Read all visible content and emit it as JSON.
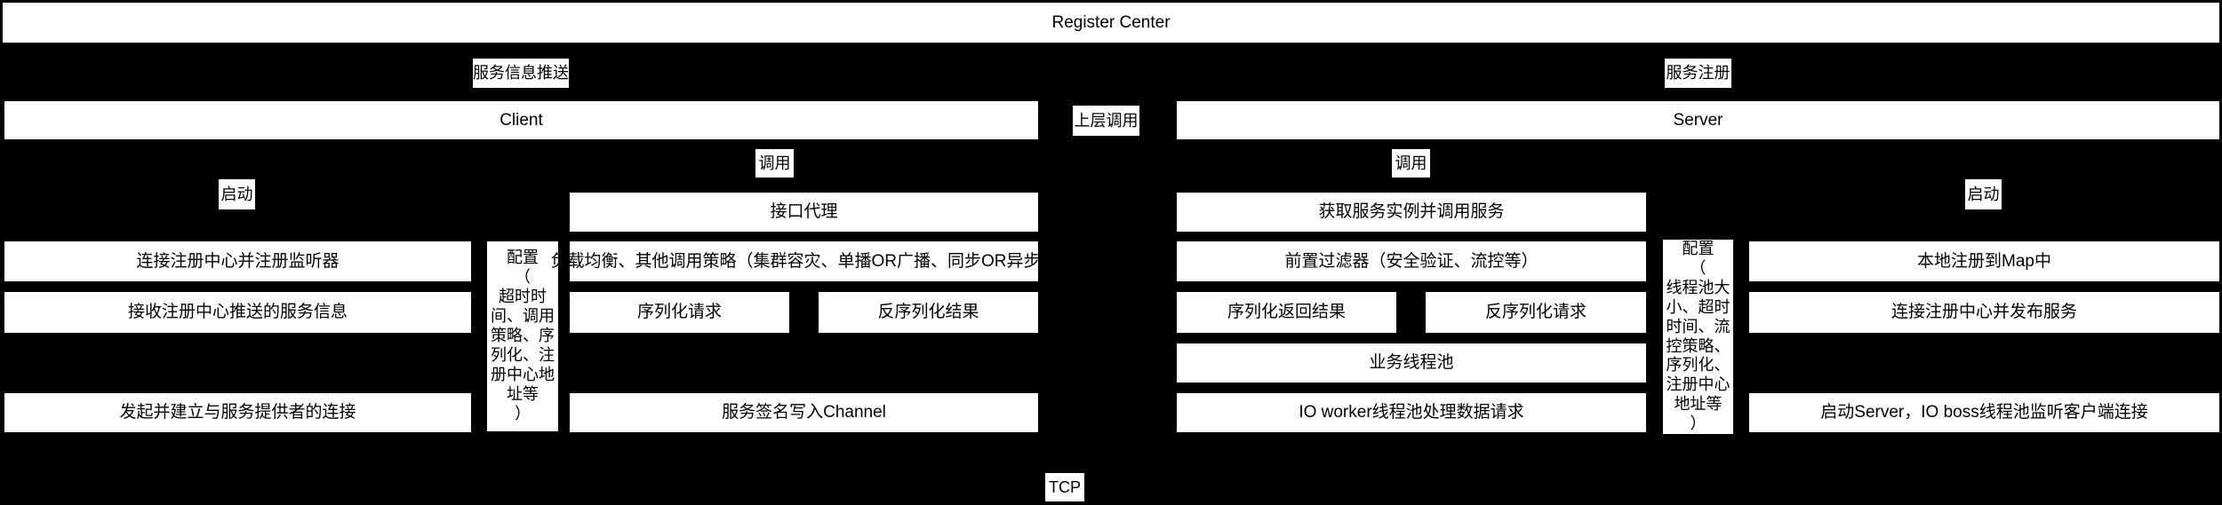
{
  "colors": {
    "background": "#000000",
    "box_background": "#ffffff",
    "box_text": "#000000"
  },
  "top": {
    "register_center": "Register Center"
  },
  "bottom": {
    "tcp": "TCP"
  },
  "connectors": {
    "service_info_push": "服务信息推送",
    "service_register": "服务注册",
    "upper_call": "上层调用",
    "call_client": "调用",
    "call_server": "调用",
    "start_client": "启动",
    "start_server": "启动"
  },
  "client": {
    "title": "Client",
    "connect_registry": "连接注册中心并注册监听器",
    "receive_push": "接收注册中心推送的服务信息",
    "connect_provider": "发起并建立与服务提供者的连接",
    "config": "配置\n（\n超时时\n间、调用\n策略、序\n列化、注\n册中心地\n址等\n）",
    "interface_proxy": "接口代理",
    "load_balance": "负载均衡、其他调用策略（集群容灾、单播OR广播、同步OR异步）",
    "serialize_request": "序列化请求",
    "deserialize_result": "反序列化结果",
    "write_channel": "服务签名写入Channel"
  },
  "server": {
    "title": "Server",
    "get_instance": "获取服务实例并调用服务",
    "pre_filter": "前置过滤器（安全验证、流控等）",
    "serialize_result": "序列化返回结果",
    "deserialize_request": "反序列化请求",
    "biz_thread_pool": "业务线程池",
    "io_worker": "IO worker线程池处理数据请求",
    "config": "配置\n（\n线程池大\n小、超时\n时间、流\n控策略、\n序列化、\n注册中心\n地址等\n）",
    "local_register": "本地注册到Map中",
    "connect_publish": "连接注册中心并发布服务",
    "start_server": "启动Server，IO boss线程池监听客户端连接"
  }
}
